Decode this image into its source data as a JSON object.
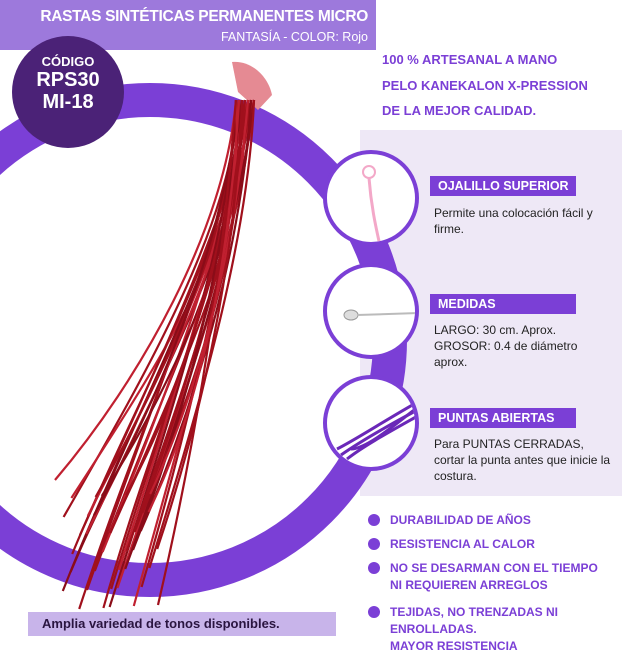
{
  "header": {
    "title": "RASTAS SINTÉTICAS PERMANENTES MICRO",
    "subtitle": "FANTASÍA - COLOR: Rojo"
  },
  "code": {
    "label": "CÓDIGO",
    "line1": "RPS30",
    "line2": "MI-18"
  },
  "intro": [
    "100 % ARTESANAL A MANO",
    "PELO KANEKALON X-PRESSION",
    "DE LA MEJOR CALIDAD."
  ],
  "features": [
    {
      "title": "OJALILLO SUPERIOR",
      "desc": "Permite una colocación fácil y firme."
    },
    {
      "title": "MEDIDAS",
      "desc": "LARGO: 30 cm. Aprox. GROSOR: 0.4 de diámetro aprox."
    },
    {
      "title": "PUNTAS ABIERTAS",
      "desc": "Para PUNTAS CERRADAS, cortar la punta antes que inicie la costura."
    }
  ],
  "bullets": [
    [
      "DURABILIDAD DE AÑOS"
    ],
    [
      "RESISTENCIA AL CALOR"
    ],
    [
      "NO SE DESARMAN CON EL TIEMPO",
      "NI REQUIEREN ARREGLOS"
    ],
    [
      "TEJIDAS, NO TRENZADAS NI ENROLLADAS.",
      "MAYOR RESISTENCIA"
    ]
  ],
  "caption": "Amplia variedad de tonos disponibles.",
  "colors": {
    "accent": "#7b3fd6",
    "dark": "#4b2277",
    "hair": "#a0101c"
  }
}
